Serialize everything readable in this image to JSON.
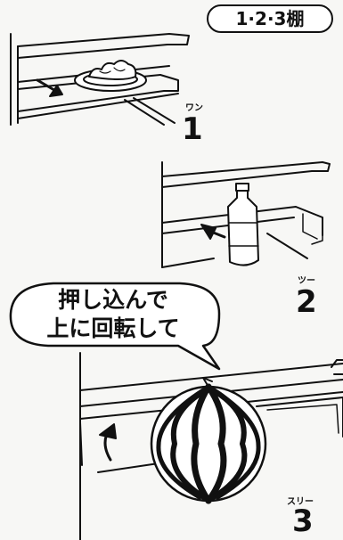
{
  "header": {
    "badge_label": "1·2·3棚"
  },
  "steps": [
    {
      "reading": "ワン",
      "number": "1"
    },
    {
      "reading": "ツー",
      "number": "2"
    },
    {
      "reading": "スリー",
      "number": "3"
    }
  ],
  "speech_bubble": {
    "line1": "押し込んで",
    "line2": "上に回転して"
  },
  "colors": {
    "ink": "#111111",
    "paper": "#f7f7f5"
  },
  "icons": [
    "plate-with-food",
    "bottle",
    "watermelon",
    "push-arrow",
    "rotate-arrow"
  ]
}
